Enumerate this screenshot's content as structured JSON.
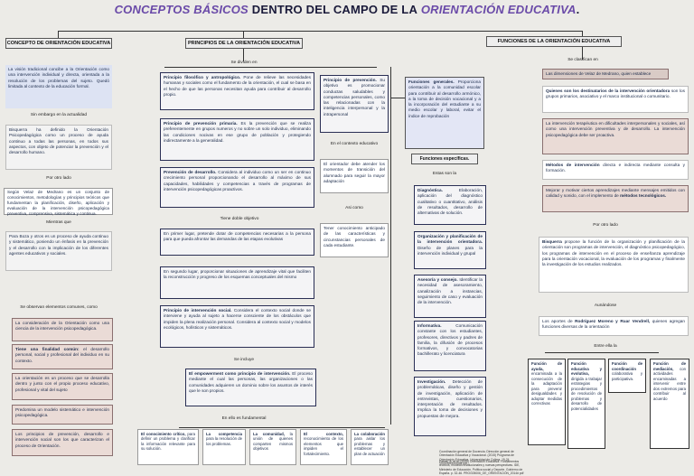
{
  "title": {
    "part1": "CONCEPTOS BÁSICOS",
    "part2": "DENTRO DEL CAMPO DE LA",
    "part3": "ORIENTACIÓN EDUCATIVA",
    "part4": "."
  },
  "col1": {
    "header": "CONCEPTO DE ORIENTACIÓN EDUCATIVA",
    "box1": "La visión tradicional concibe a la Orientación como una intervención individual y directa, orientada a la resolución de los problemas del sujeto. Quedó limitada al contexto de la educación formal.",
    "conn1": "Sin embargo en la actualidad",
    "box2": "Bisquerra ha definido la Orientación Psicopedagógica como un proceso de ayuda continuo a todas las personas, en todos sus aspectos, con objeto de potenciar la prevención y el desarrollo humano.",
    "conn2": "Por otro lado",
    "box3": "Según Velaz de Medrano es un conjunto de conocimientos, metodologías y principios teóricos que fundamentan la planificación, diseño, aplicación y evaluación de la intervención psicopedagógica preventiva, comprensiva, sistemática y continua.",
    "conn3": "Mientras que",
    "box4": "Para Boza y otros es un proceso de ayuda continuo y sistemático, poniendo un énfasis en la prevención y el desarrollo con la implicación de los diferentes agentes educativos y sociales.",
    "conn4": "Se observan elementos comunes, como",
    "items": [
      {
        "lead": "",
        "text": "La consideración de la Orientación como una ciencia de la intervención psicopedagógica."
      },
      {
        "lead": "Tiene una finalidad común:",
        "text": " el desarrollo personal, social y profesional del individuo en su contexto."
      },
      {
        "lead": "",
        "text": "La orientación es un proceso que se desarrolla dentro y junto con el propio proceso educativo, profesional y vital del sujeto"
      },
      {
        "lead": "",
        "text": "Predomina un modelo sistemático e intervención psicopedagógica."
      },
      {
        "lead": "",
        "text": "Los principios de prevención, desarrollo e intervención social son los que caracterizan el proceso de Orientación."
      }
    ]
  },
  "col2": {
    "header": "PRINCIPIOS DE LA ORIENTACIÓN EDUCATIVA",
    "conn_divide": "Se dividen en",
    "filo_title": "Principio filosófico y antropológico.",
    "filo_text": " Pone de relieve las necesidades humanas y sociales como el fundamento de la orientación, el cual se basa en el hecho de que las personas necesitan ayuda para contribuir al desarrollo propio.",
    "prim_title": "Principio de prevención primaria.",
    "prim_text": " Es la prevención que se realiza preferentemente en grupos numeros y no sobre un solo individuo, eliminando las condiciones nocivas en ese grupo de población y protegiendo indirectamente a la generalidad.",
    "des_title": "Prevención de desarrollo.",
    "des_text": " Considera al individuo como un ser en continuo crecimiento personal proporcionando el desarrollo al máximo de sus capacidades, habilidades y competencias a través de programas de intervención psicopedagógicas proactivos.",
    "conn_doble": "Tiene doble objetivo",
    "obj1": "En primer lugar, pretende dotar de competencias necesarias a la persona para que pueda afrontar las demandas de las etapas evolutivas",
    "obj2": "En segundo lugar, proporcionar situaciones de aprendizaje vital que faciliten la reconstrucción y progreso de los esquemas conceptuales del mismo",
    "soc_title": "Principio de intervención social.",
    "soc_text": " Considera el contexto social donde se interviene y ayuda al sujeto a hacerse consciente de los obstáculos que impiden la plena realización personal. Considera al contexto social y modelos ecológicos, holísticos y sistemáticos.",
    "conn_incluye": "Se incluye",
    "emp_title": "El empowerment como principio de intervención.",
    "emp_text": " El proceso mediante el cual las personas, las organizaciones o las comunidades adquieren un dominio sobre los asuntos de interés que le son propios.",
    "conn_fund": "En ello es fundamental",
    "fund": [
      {
        "lead": "El conocimiento crítico,",
        "text": " para definir un problema y clarificar la información relevante para su solución."
      },
      {
        "lead": "La competencia",
        "text": " para la resolución de los problemas."
      },
      {
        "lead": "La comunidad,",
        "text": " la unión de quienes comparten mismos objetivos"
      },
      {
        "lead": "El contexto,",
        "text": " reconocimiento de los elementos que impiden el fortalecimiento."
      },
      {
        "lead": "La colaboración",
        "text": " para aislar los problemas y establecer un plan de actuación"
      }
    ]
  },
  "col3": {
    "prin_title": "Principio de prevención.",
    "prin_text": " Su objetivo es promocionar conductas saludables y competencias personales, como las relacionadas con la inteligencia interpersonal y la intrapersonal",
    "conn_ctx": "En el contexto educativo",
    "ctx": "El orientador debe atender los momentos de transición del alumnado para seguir la mayor adaptación",
    "conn_asi": "Asi como",
    "asi": "Tener conocimiento anticipado de las características y circunstancias personales de cada estudiante."
  },
  "col4": {
    "gen_title": "Funciones generales.",
    "gen_text": " Proporciona orientación a la comunidad escolar para contribuir al desarrollo armónico, a la toma de decisión vocacional y a la incorporación del estudiante a su medio escolar y laboral, evitar el índice de reprobación",
    "esp_header": "Funciones específicas.",
    "conn_son": "Estas son la",
    "esp": [
      {
        "lead": "Diagnóstica.",
        "text": " Elaboración, aplicación del diagnóstico cualitativo o cuantitativo, análisis de resultados, desarrollo de alternativas de solución."
      },
      {
        "lead": "Organización y planificación de la intervención orientadora.",
        "text": " Diseño de planes para la intervención individual y grupal"
      },
      {
        "lead": "Asesoría y consejo.",
        "text": " Identificar la necesidad de asesoramiento, canalización a instancias, seguimiento de caso y evaluación de la intervención."
      },
      {
        "lead": "Informativa.",
        "text": " Comunicación constante con los estudiantes, profesores, directivos y padres de familia, la difusión de procesos formativos, y convocatorias bachillerato y licenciatura"
      },
      {
        "lead": "Investigación.",
        "text": " Detección de problemáticas, diseño y gestión de investigación, aplicación de entrevistas, cuestionarios, interpretación de resultados. Implica la toma de decisiones y propuestas de mejora."
      }
    ]
  },
  "col5": {
    "header": "FUNCIONES DE LA ORIENTACIÓN EDUCATIVA",
    "conn_clas": "Se clasifican en",
    "dim": "Las dimensiones de Velaz de Medrano, quien establece",
    "dest_title": "Quienes son los destinatarios de la intervención orientadora",
    "dest_text": " son los grupos primarios, asociativo y el marco institucional o comunitario.",
    "terap": "La intervención terapéutica en dificultades interpersonales y sociales, así como una intervención preventiva y de desarrollo. La intervención psicopedagógica debe ser proactiva.",
    "met_title": "Métodos de intervención",
    "met_text": " directa e indirecta mediante consulta y formación.",
    "mej_text": "Mejorar y motivar ciertos aprendizajes mediante mensajes emitidos con calidad y sonido, con el implemento de ",
    "mej_bold": "métodos tecnológicos.",
    "conn_otro": "Por otro lado",
    "bisq_title": "Bisquerra",
    "bisq_text": " propone la función de la organización y planificación de la orientación son programas de intervención, el diagnóstico psicopedagógico, los programas de intervención en el proceso de enseñanza aprendizaje para la orientación vocacional, la evaluación de los programas y finalmente la investigación de los estudios realizados.",
    "conn_aun": "Aunándose",
    "apor_pre": "Los aportes de ",
    "apor_bold": "Rodríguez Moreno y Ruar Vendrell,",
    "apor_post": " quienes agregan funciones diversas de la orientación",
    "conn_entre": "Entre ella la",
    "fun": [
      {
        "lead": "Función de ayuda,",
        "text": " encaminada a la consecución de la adaptación para prevenir desigualdades y adoptar medidas correctivas"
      },
      {
        "lead": "Función educativa y evolutiva,",
        "text": " dirigida a trabajar estrategias y procedimientos de resolución de problemas y desarrollo de potencialidades"
      },
      {
        "lead": "Función de coordinación",
        "text": " colaborativa y participativa."
      },
      {
        "lead": "Función de mediación,",
        "text": " con actividades encaminadas a intervenir entre dos extremos para contribuir al acuerdo"
      }
    ]
  },
  "refs": [
    "Coordinación general de Docencia. Dirección general de Orientación Educativa y Vocacional. (2015) Programa de Orientación Educativa. Universidad de Colima. 19-24. *0002B0000000# pdf",
    "Parras, A. et al. (2009) Orientación Educativa: Fundamentos teóricos, modelos institucionales y nuevas perspectivas. IDE, Ministerio de Educación, Política social y Deporte. Gobierno de España. p. 32-46. PROG05006_OE_ORIENTACIÓN_2014# pdf"
  ]
}
